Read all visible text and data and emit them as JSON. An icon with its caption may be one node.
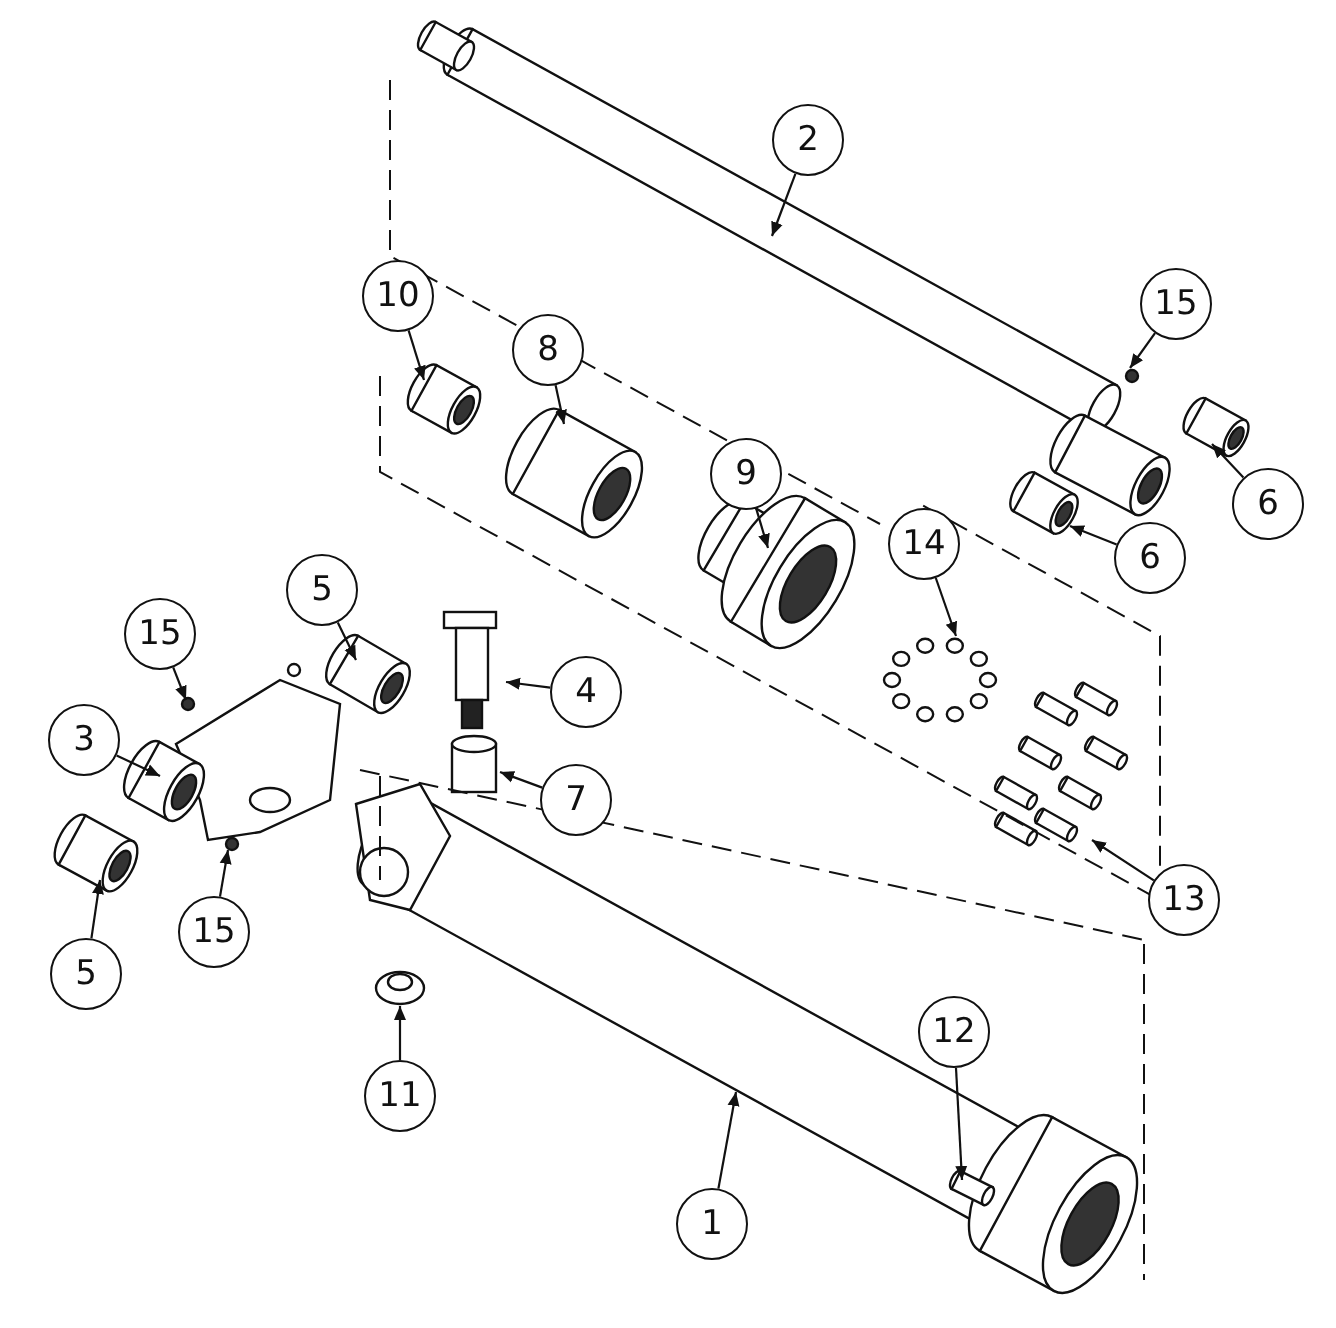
{
  "diagram": {
    "nodes": [
      {
        "text": [
          "2"
        ]
      },
      {
        "text": [
          "10"
        ]
      },
      {
        "text": [
          "15"
        ]
      },
      {
        "text": [
          "8"
        ]
      },
      {
        "text": [
          "6"
        ]
      },
      {
        "text": [
          "9"
        ]
      },
      {
        "text": [
          "6"
        ]
      },
      {
        "text": [
          "14"
        ]
      },
      {
        "text": [
          "5"
        ]
      },
      {
        "text": [
          "15"
        ]
      },
      {
        "text": [
          "4"
        ]
      },
      {
        "text": [
          "3"
        ]
      },
      {
        "text": [
          "7"
        ]
      },
      {
        "text": [
          "13"
        ]
      },
      {
        "text": [
          "15"
        ]
      },
      {
        "text": [
          "5"
        ]
      },
      {
        "text": [
          "11"
        ]
      },
      {
        "text": [
          "12"
        ]
      },
      {
        "text": [
          "1"
        ]
      }
    ],
    "edges": [
      {
        "from": 0,
        "to": null,
        "arrow": "to"
      },
      {
        "from": 1,
        "to": null,
        "arrow": "to"
      },
      {
        "from": 2,
        "to": null,
        "arrow": "to"
      },
      {
        "from": 3,
        "to": null,
        "arrow": "to"
      },
      {
        "from": 4,
        "to": null,
        "arrow": "to"
      },
      {
        "from": 5,
        "to": null,
        "arrow": "to"
      },
      {
        "from": 6,
        "to": null,
        "arrow": "to"
      },
      {
        "from": 7,
        "to": null,
        "arrow": "to"
      },
      {
        "from": 8,
        "to": null,
        "arrow": "to"
      },
      {
        "from": 9,
        "to": null,
        "arrow": "to"
      },
      {
        "from": 10,
        "to": null,
        "arrow": "to"
      },
      {
        "from": 11,
        "to": null,
        "arrow": "to"
      },
      {
        "from": 12,
        "to": null,
        "arrow": "to"
      },
      {
        "from": 13,
        "to": null,
        "arrow": "to"
      },
      {
        "from": 14,
        "to": null,
        "arrow": "to"
      },
      {
        "from": 15,
        "to": null,
        "arrow": "to"
      },
      {
        "from": 16,
        "to": null,
        "arrow": "to"
      },
      {
        "from": 17,
        "to": null,
        "arrow": "to"
      },
      {
        "from": 18,
        "to": null,
        "arrow": "to"
      }
    ]
  }
}
